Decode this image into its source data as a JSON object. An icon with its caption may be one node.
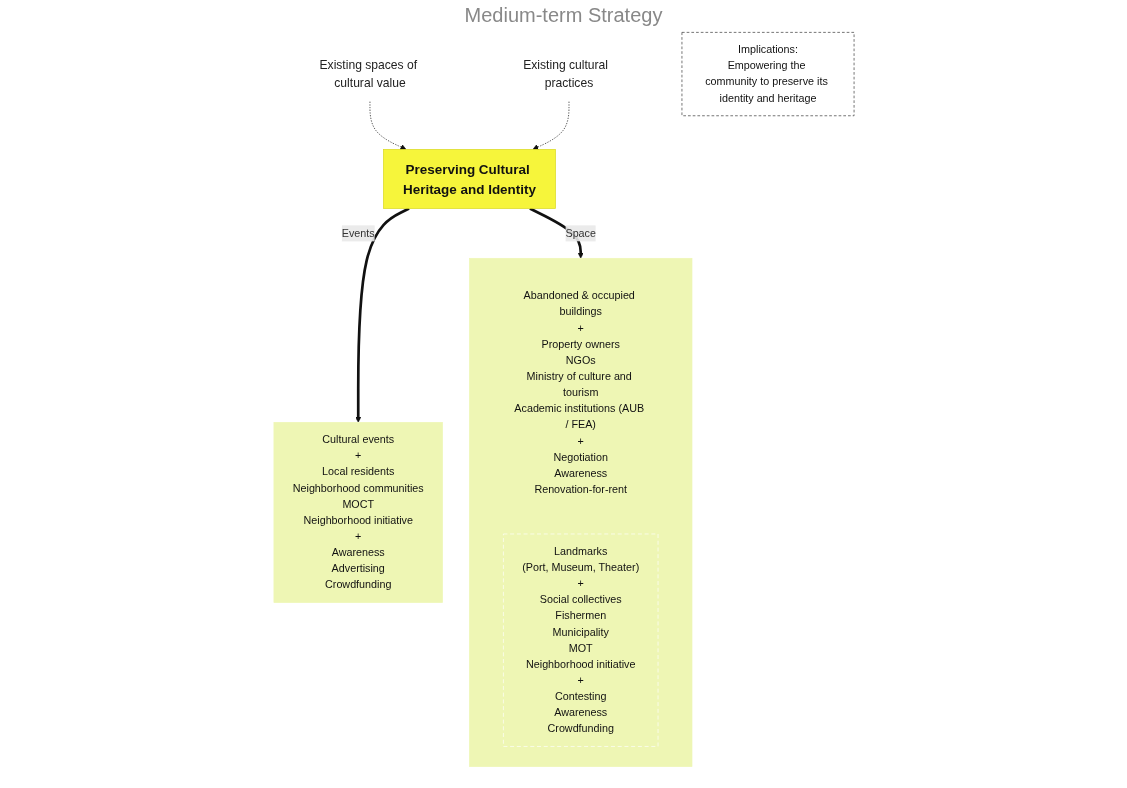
{
  "diagram": {
    "title": "Medium-term Strategy",
    "nodes": [
      {
        "text": [
          "Existing spaces of cultural value"
        ]
      },
      {
        "text": [
          "Preserving Cultural Heritage and Identity"
        ]
      },
      {
        "text": [
          "Existing cultural  practices"
        ]
      },
      {
        "text": [],
        "shape": "box"
      },
      {
        "text": [
          "Abandoned & occupied buildings",
          "+",
          "Property owners",
          "NGOs",
          "Ministry of culture and tourism",
          "Academic institutions (AUB / FEA)",
          "+",
          "Negotiation",
          "Awareness",
          "Renovation-for-rent"
        ],
        "in": 3
      },
      {
        "text": [
          "Landmarks",
          "(Port, Museum, Theater)",
          "+",
          "Social collectives",
          "Fishermen",
          "Municipality",
          "MOT",
          "Neighborhood initiative",
          "+",
          "Contesting",
          "Awareness",
          "Crowdfunding"
        ],
        "in": 3
      },
      {
        "text": [
          "Cultural events",
          "+",
          "Local residents",
          "Neighborhood communities",
          "MOCT",
          "Neighborhood initiative",
          "+",
          "Awareness",
          "Advertising",
          "Crowdfunding"
        ]
      },
      {
        "text": [
          "Implications:",
          "Empowering the community to preserve its identity and heritage"
        ]
      }
    ],
    "edges": [
      {
        "from": 0,
        "to": 1,
        "arrow": "to",
        "style": "dashed"
      },
      {
        "from": 2,
        "to": 1,
        "arrow": "to",
        "style": "dashed"
      },
      {
        "from": 1,
        "to": 3,
        "arrow": "to",
        "label": "Space",
        "style": "thick"
      },
      {
        "from": 1,
        "to": 6,
        "arrow": "to",
        "label": "Events",
        "style": "thick"
      }
    ]
  }
}
